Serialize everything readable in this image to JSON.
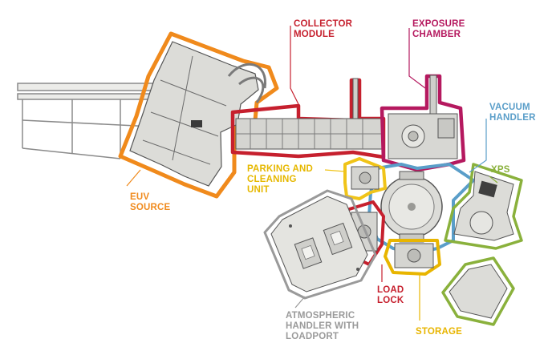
{
  "colors": {
    "euv_source": "#f08a1c",
    "collector_module": "#c6202e",
    "exposure_chamber": "#b5195f",
    "vacuum_handler": "#5a9ec9",
    "parking_cleaning": "#f0c419",
    "xps": "#8ab13c",
    "load_lock": "#c6202e",
    "storage": "#e8b500",
    "atmospheric_handler": "#9a9a9a",
    "machine_body": "#d9d9d6",
    "machine_line": "#555555"
  },
  "labels": {
    "collector_module": [
      "COLLECTOR",
      "MODULE"
    ],
    "exposure_chamber": [
      "EXPOSURE",
      "CHAMBER"
    ],
    "vacuum_handler": [
      "VACUUM",
      "HANDLER"
    ],
    "xps": [
      "XPS"
    ],
    "euv_source": [
      "EUV",
      "SOURCE"
    ],
    "parking_cleaning": [
      "PARKING AND",
      "CLEANING",
      "UNIT"
    ],
    "load_lock": [
      "LOAD",
      "LOCK"
    ],
    "atmospheric_handler": [
      "ATMOSPHERIC",
      "HANDLER WITH",
      "LOADPORT"
    ],
    "storage": [
      "STORAGE"
    ]
  }
}
